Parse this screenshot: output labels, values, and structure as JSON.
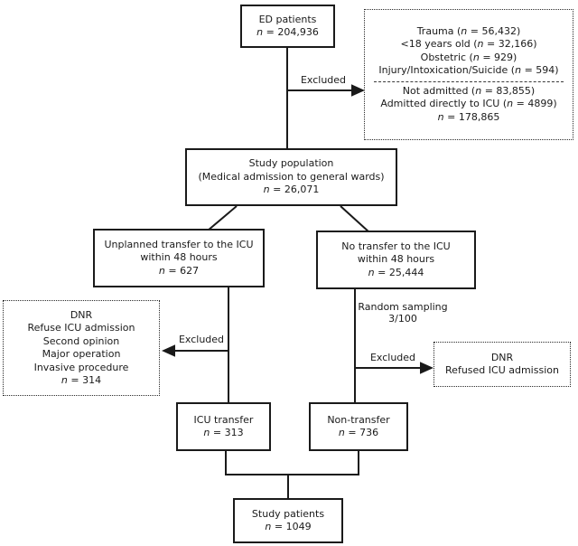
{
  "colors": {
    "ink": "#1a1a1a",
    "background": "#ffffff"
  },
  "boxes": {
    "ed": {
      "lines": [
        {
          "pre": "ED patients",
          "n": "",
          "post": ""
        },
        {
          "pre": "",
          "n": "n",
          "post": " = 204,936"
        }
      ]
    },
    "excluded_top": {
      "lines": [
        {
          "pre": "Trauma (",
          "n": "n",
          "post": " = 56,432)"
        },
        {
          "pre": "<18 years old (",
          "n": "n",
          "post": " = 32,166)"
        },
        {
          "pre": "Obstetric (",
          "n": "n",
          "post": " = 929)"
        },
        {
          "pre": "Injury/Intoxication/Suicide (",
          "n": "n",
          "post": " = 594)"
        },
        {
          "pre": "Not admitted (",
          "n": "n",
          "post": " = 83,855)"
        },
        {
          "pre": "Admitted directly to ICU (",
          "n": "n",
          "post": " = 4899)"
        },
        {
          "pre": "",
          "n": "n",
          "post": " = 178,865"
        }
      ]
    },
    "study_population": {
      "lines": [
        {
          "pre": "Study population",
          "n": "",
          "post": ""
        },
        {
          "pre": "(Medical admission to general wards)",
          "n": "",
          "post": ""
        },
        {
          "pre": "",
          "n": "n",
          "post": " = 26,071"
        }
      ]
    },
    "unplanned_transfer": {
      "lines": [
        {
          "pre": "Unplanned transfer to the ICU",
          "n": "",
          "post": ""
        },
        {
          "pre": "within 48 hours",
          "n": "",
          "post": ""
        },
        {
          "pre": "",
          "n": "n",
          "post": " = 627"
        }
      ]
    },
    "no_transfer": {
      "lines": [
        {
          "pre": "No transfer to the ICU",
          "n": "",
          "post": ""
        },
        {
          "pre": "within 48 hours",
          "n": "",
          "post": ""
        },
        {
          "pre": "",
          "n": "n",
          "post": " = 25,444"
        }
      ]
    },
    "excluded_left": {
      "lines": [
        {
          "pre": "DNR",
          "n": "",
          "post": ""
        },
        {
          "pre": "Refuse ICU admission",
          "n": "",
          "post": ""
        },
        {
          "pre": "Second opinion",
          "n": "",
          "post": ""
        },
        {
          "pre": "Major operation",
          "n": "",
          "post": ""
        },
        {
          "pre": "Invasive procedure",
          "n": "",
          "post": ""
        },
        {
          "pre": "",
          "n": "n",
          "post": " = 314"
        }
      ]
    },
    "excluded_right": {
      "lines": [
        {
          "pre": "DNR",
          "n": "",
          "post": ""
        },
        {
          "pre": "Refused ICU admission",
          "n": "",
          "post": ""
        }
      ]
    },
    "icu_transfer": {
      "lines": [
        {
          "pre": "ICU transfer",
          "n": "",
          "post": ""
        },
        {
          "pre": "",
          "n": "n",
          "post": " = 313"
        }
      ]
    },
    "non_transfer": {
      "lines": [
        {
          "pre": "Non-transfer",
          "n": "",
          "post": ""
        },
        {
          "pre": "",
          "n": "n",
          "post": " = 736"
        }
      ]
    },
    "study_patients": {
      "lines": [
        {
          "pre": "Study patients",
          "n": "",
          "post": ""
        },
        {
          "pre": "",
          "n": "n",
          "post": " = 1049"
        }
      ]
    }
  },
  "labels": {
    "excluded_top": "Excluded",
    "excluded_left": "Excluded",
    "excluded_right": "Excluded",
    "random_sampling_line1": "Random sampling",
    "random_sampling_line2": "3/100"
  }
}
